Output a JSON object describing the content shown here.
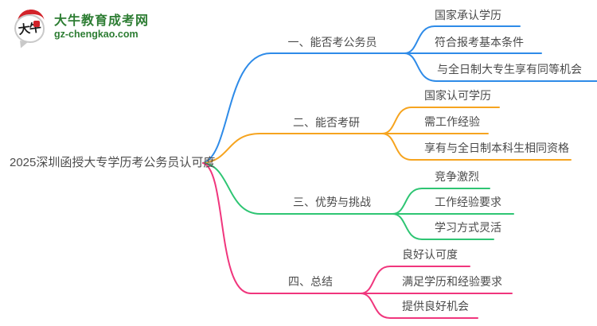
{
  "logo": {
    "title": "大牛教育成考网",
    "domain": "gz-chengkao.com",
    "icon_text": "大牛",
    "brand_green": "#2d7d33",
    "brand_red": "#d2232a"
  },
  "mindmap": {
    "root": "2025深圳函授大专学历考公务员认可度",
    "branches": [
      {
        "label": "一、能否考公务员",
        "color": "#2e8be8",
        "children": [
          "国家承认学历",
          "符合报考基本条件",
          "与全日制大专生享有同等机会"
        ]
      },
      {
        "label": "二、能否考研",
        "color": "#f6a41f",
        "children": [
          "国家认可学历",
          "需工作经验",
          "享有与全日制本科生相同资格"
        ]
      },
      {
        "label": "三、优势与挑战",
        "color": "#2ec573",
        "children": [
          "竞争激烈",
          "工作经验要求",
          "学习方式灵活"
        ]
      },
      {
        "label": "四、总结",
        "color": "#f0367d",
        "children": [
          "良好认可度",
          "满足学历和经验要求",
          "提供良好机会"
        ]
      }
    ]
  }
}
